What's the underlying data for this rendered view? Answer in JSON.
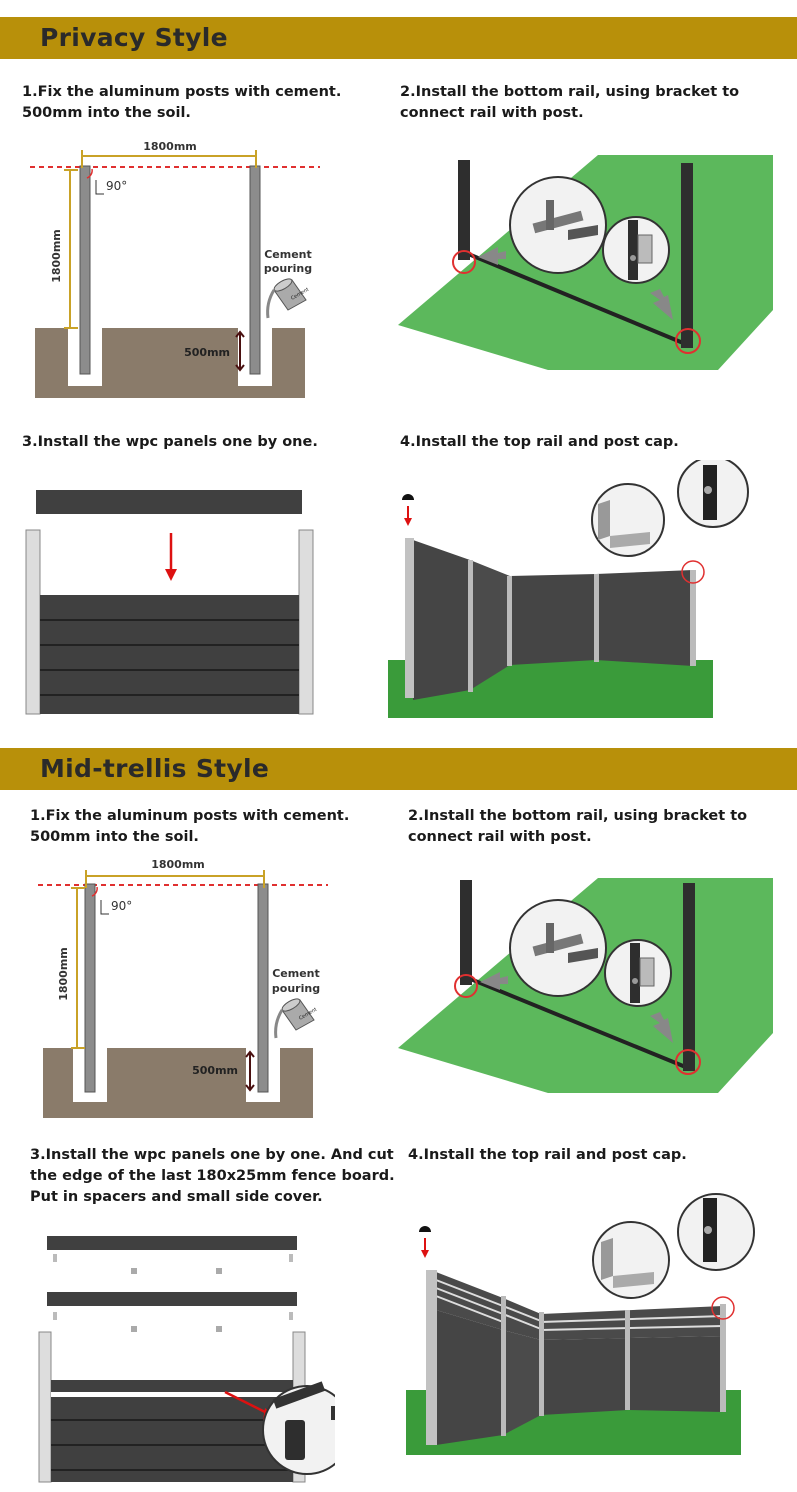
{
  "sections": [
    {
      "title": "Privacy Style",
      "steps": [
        "1.Fix the aluminum posts with cement.\n500mm into the soil.",
        "2.Install the bottom rail, using bracket to\nconnect rail with post.",
        "3.Install the wpc panels one by one.",
        "4.Install the top rail and post cap."
      ]
    },
    {
      "title": "Mid-trellis Style",
      "steps": [
        "1.Fix the aluminum posts with cement.\n500mm into the soil.",
        "2.Install the bottom rail, using bracket to\nconnect rail with post.",
        "3.Install the wpc panels one by one. And cut\nthe edge of the last 180x25mm fence board.\nPut in spacers and small side cover.",
        "4.Install the top rail and post cap."
      ]
    }
  ],
  "diagram": {
    "width_label": "1800mm",
    "height_label": "1800mm",
    "angle_label": "90°",
    "depth_label": "500mm",
    "cement_label_1": "Cement",
    "cement_label_2": "pouring",
    "bucket_label": "Cement"
  },
  "colors": {
    "banner": "#b8900a",
    "panel": "#404040",
    "grass": "#5cb85c",
    "soil": "#8a7b6a",
    "guide_red": "#e03030"
  }
}
